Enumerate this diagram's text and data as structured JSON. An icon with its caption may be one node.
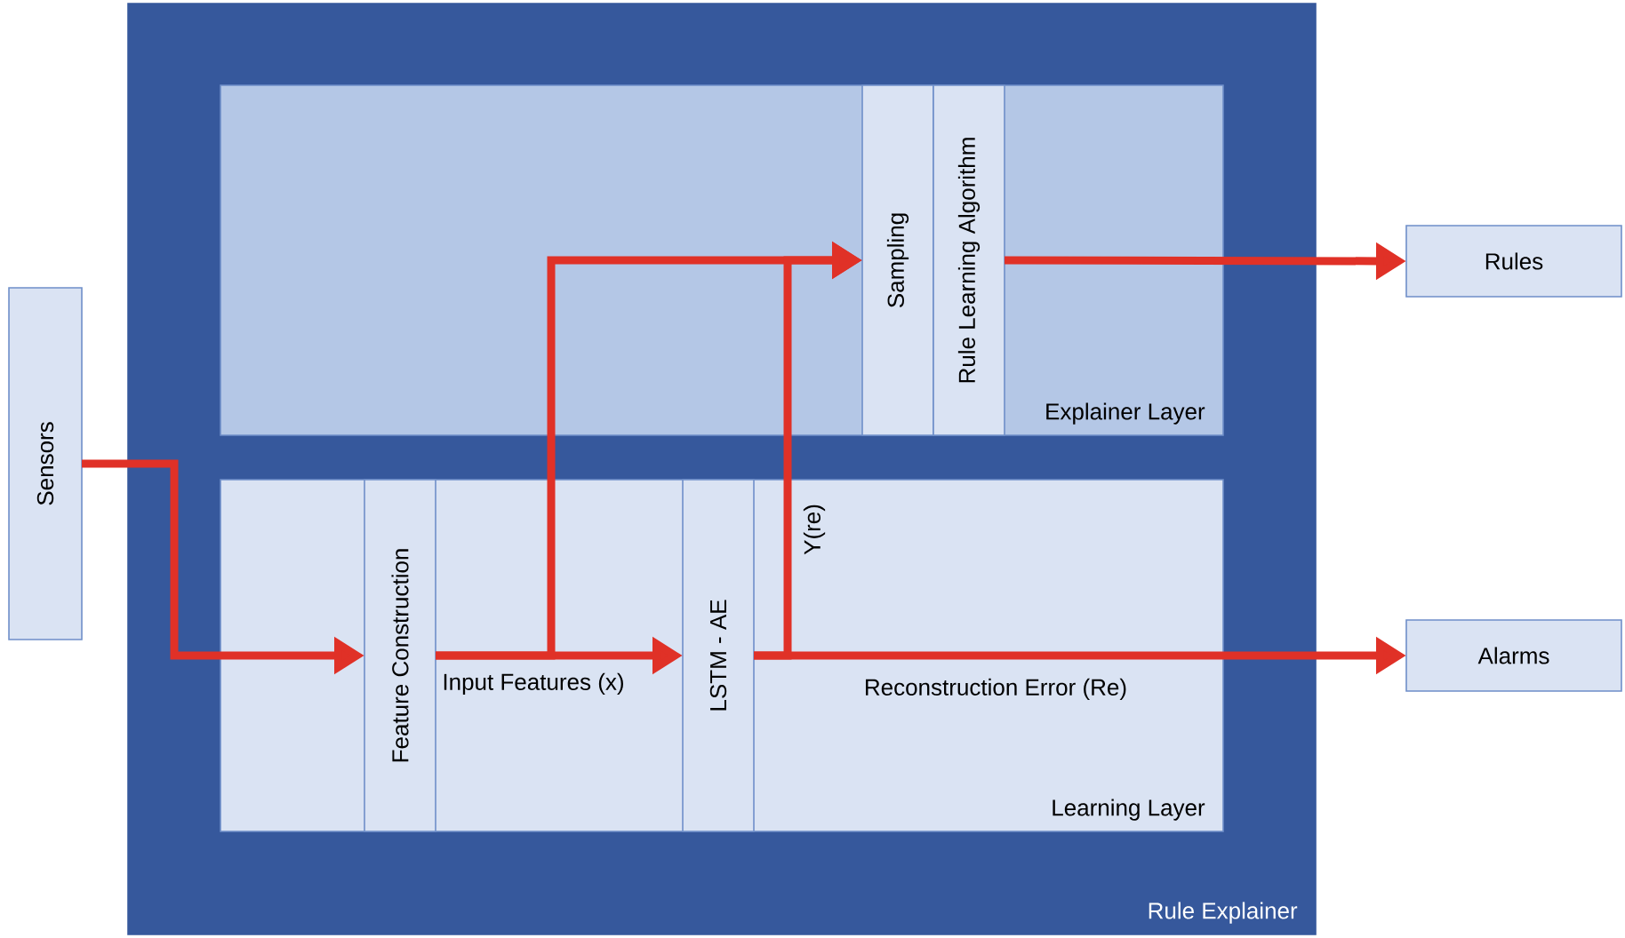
{
  "diagram": {
    "nodes": [
      {
        "text": [
          "Rule Explainer"
        ]
      },
      {
        "text": [
          "Explainer Layer"
        ],
        "in": 0
      },
      {
        "text": [
          "Sampling"
        ],
        "in": 1
      },
      {
        "text": [
          "Rule Learning Algorithm"
        ],
        "in": 1
      },
      {
        "text": [
          "Learning Layer"
        ],
        "in": 0
      },
      {
        "text": [
          "Feature Construction"
        ],
        "in": 4
      },
      {
        "text": [
          "LSTM - AE"
        ],
        "in": 4
      },
      {
        "text": [
          "Sensors"
        ]
      },
      {
        "text": [
          "Rules"
        ]
      },
      {
        "text": [
          "Alarms"
        ]
      }
    ],
    "edges": [
      {
        "from": 7,
        "to": 5,
        "arrow": "to"
      },
      {
        "from": 5,
        "to": 6,
        "arrow": "to",
        "label": "Input Features (x)"
      },
      {
        "from": 5,
        "to": 2,
        "arrow": "to"
      },
      {
        "from": 6,
        "to": 9,
        "arrow": "to",
        "label": "Reconstruction Error (Re)"
      },
      {
        "from": 6,
        "to": 2,
        "arrow": "to",
        "label": "Y(re)"
      },
      {
        "from": 3,
        "to": 8,
        "arrow": "to"
      }
    ]
  }
}
